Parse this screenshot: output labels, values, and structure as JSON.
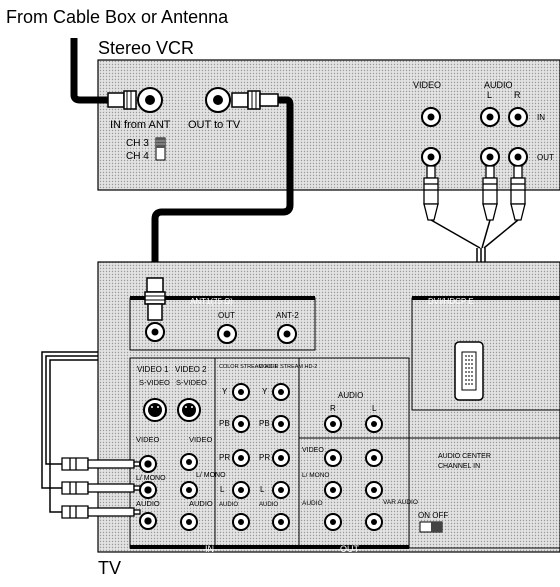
{
  "captions": {
    "source": "From Cable Box or Antenna",
    "vcr_name": "Stereo VCR",
    "tv_name": "TV"
  },
  "vcr": {
    "in_from_ant": "IN from ANT",
    "out_to_tv": "OUT  to TV",
    "ch3": "CH 3",
    "ch4": "CH 4",
    "video": "VIDEO",
    "audio": "AUDIO",
    "l": "L",
    "r": "R",
    "in": "IN",
    "out": "OUT"
  },
  "tv": {
    "ant1": "ANT1(75 Ω)",
    "ant_out": "OUT",
    "ant2": "ANT-2",
    "dvi": "DVI/HDCP E",
    "video1": "VIDEO 1",
    "video2": "VIDEO 2",
    "svideo1": "S-VIDEO",
    "svideo2": "S-VIDEO",
    "video_a": "VIDEO",
    "video_b": "VIDEO",
    "l_mono_a": "L/ MONO",
    "l_mono_b": "L/ MONO",
    "audio_a": "AUDIO",
    "audio_b": "AUDIO",
    "in": "IN",
    "color1": "COLOR STREAM HD-1",
    "color2": "COLOR STREAM HD-2",
    "y1": "Y",
    "y2": "Y",
    "pb1": "PB",
    "pb2": "PB",
    "pr1": "PR",
    "pr2": "PR",
    "audio_label": "AUDIO",
    "r": "R",
    "l": "L",
    "out_video": "VIDEO",
    "out_lmono": "L/ MONO",
    "out_audio": "AUDIO",
    "var_audio": "VAR AUDIO",
    "out": "OUT",
    "center_ch": "AUDIO CENTER CHANNEL IN",
    "on_off": "ON OFF"
  }
}
